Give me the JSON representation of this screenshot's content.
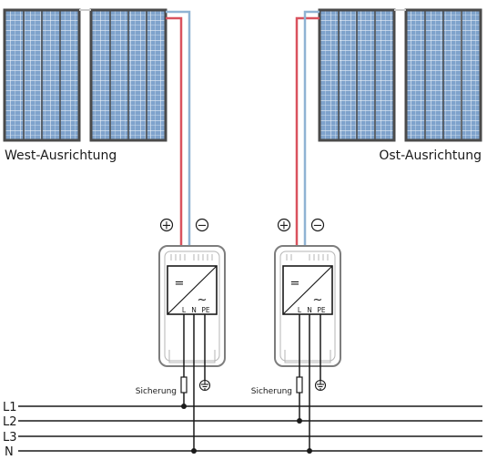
{
  "arrays": {
    "west": {
      "label": "West-Ausrichtung",
      "polarity_plus": "+",
      "polarity_minus": "−"
    },
    "east": {
      "label": "Ost-Ausrichtung",
      "polarity_plus": "+",
      "polarity_minus": "−"
    }
  },
  "inverter": {
    "dc_symbol": "=",
    "ac_symbol": "~",
    "terminals": {
      "l": "L",
      "n": "N",
      "pe": "PE"
    }
  },
  "fuse_label": "Sicherung",
  "bus": {
    "l1": "L1",
    "l2": "L2",
    "l3": "L3",
    "n": "N"
  },
  "colors": {
    "positive_wire": "#d9525e",
    "negative_wire": "#8fb3d3",
    "panel_cell": "#7fa3cc",
    "panel_frame": "#4a4a4a",
    "bus_line": "#1a1a1a"
  }
}
